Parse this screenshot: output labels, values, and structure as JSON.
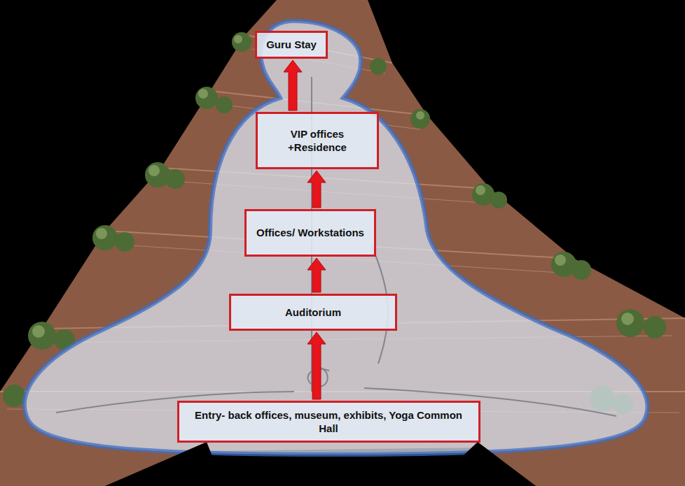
{
  "diagram": {
    "nodes": [
      {
        "text": [
          "Guru Stay"
        ]
      },
      {
        "text": [
          "VIP offices +Residence"
        ]
      },
      {
        "text": [
          "Offices/ Workstations"
        ]
      },
      {
        "text": [
          "Auditorium"
        ]
      },
      {
        "text": [
          "Entry- back offices, museum, exhibits, Yoga Common Hall"
        ]
      }
    ],
    "edges": [
      {
        "from": 4,
        "to": 3,
        "arrow": "to"
      },
      {
        "from": 3,
        "to": 2,
        "arrow": "to"
      },
      {
        "from": 2,
        "to": 1,
        "arrow": "to"
      },
      {
        "from": 1,
        "to": 0,
        "arrow": "to"
      }
    ]
  }
}
